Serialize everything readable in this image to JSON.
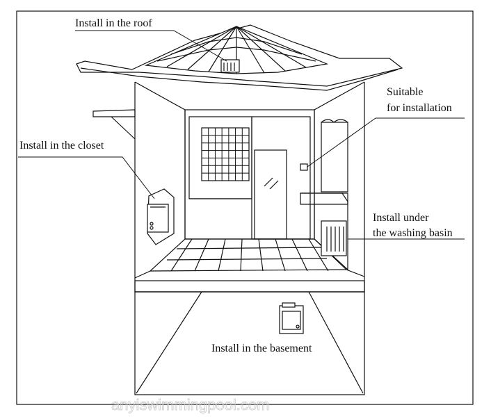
{
  "labels": {
    "roof": "Install in the roof",
    "suitable_line1": "Suitable",
    "suitable_line2": "for installation",
    "closet": "Install in the closet",
    "basin_line1": "Install under",
    "basin_line2": "the washing basin",
    "basement": "Install in the basement"
  },
  "watermark": "anyiswimmingpool.com",
  "colors": {
    "ink": "#111111",
    "background": "#ffffff",
    "watermark": "#c8c8c8"
  }
}
